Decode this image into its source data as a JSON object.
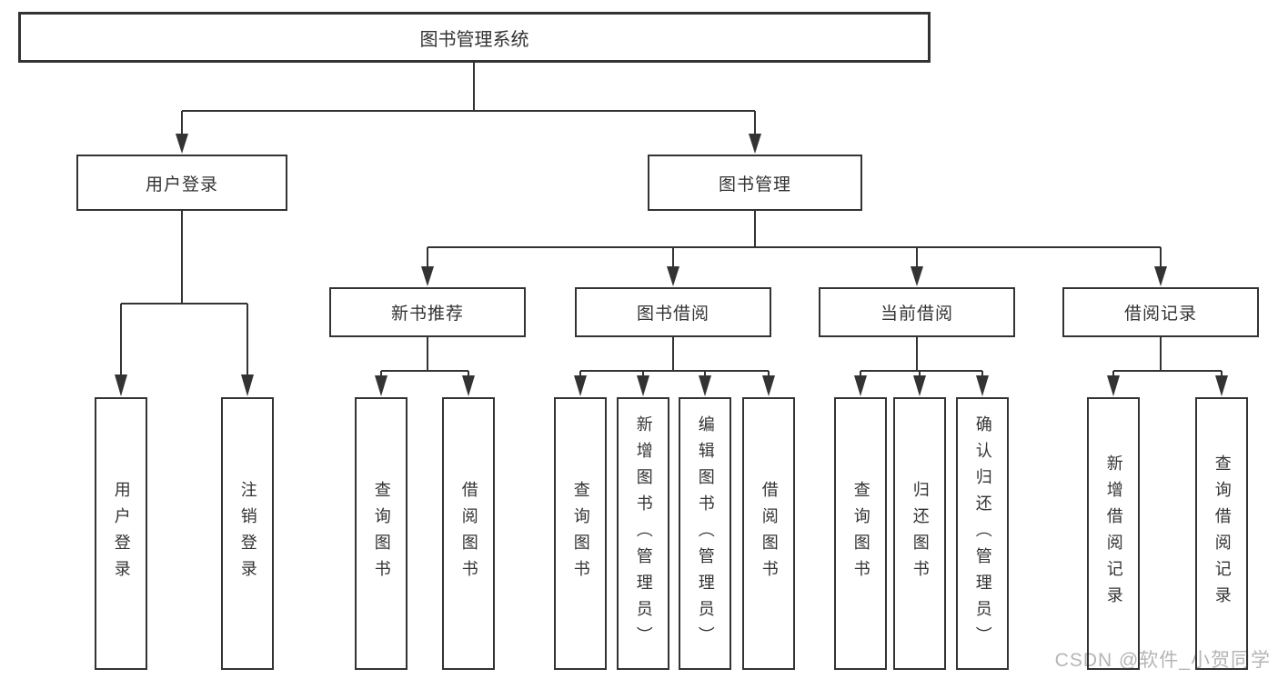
{
  "root": {
    "label": "图书管理系统"
  },
  "level2": [
    {
      "label": "用户登录"
    },
    {
      "label": "图书管理"
    }
  ],
  "level3": [
    {
      "label": "新书推荐"
    },
    {
      "label": "图书借阅"
    },
    {
      "label": "当前借阅"
    },
    {
      "label": "借阅记录"
    }
  ],
  "leaves": {
    "user": [
      "用户登录",
      "注销登录"
    ],
    "recommend": [
      "查询图书",
      "借阅图书"
    ],
    "borrow": [
      "查询图书",
      "新增图书（管理员）",
      "编辑图书（管理员）",
      "借阅图书"
    ],
    "current": [
      "查询图书",
      "归还图书",
      "确认归还（管理员）"
    ],
    "records": [
      "新增借阅记录",
      "查询借阅记录"
    ]
  },
  "watermark": {
    "text": "CSDN @软件_小贺同学"
  },
  "colors": {
    "line": "#333333",
    "text": "#333333",
    "watermark": "#b5b5b5",
    "background": "#ffffff"
  }
}
